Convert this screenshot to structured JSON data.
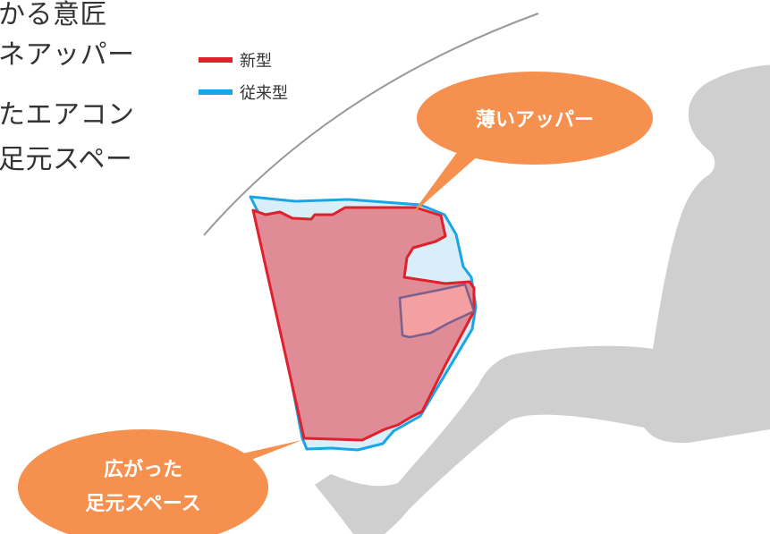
{
  "body_text": {
    "lines": [
      "かる意匠",
      "ネアッパー",
      "たエアコン",
      "足元スペー"
    ]
  },
  "legend": {
    "items": [
      {
        "label": "新型",
        "color": "#e0202a"
      },
      {
        "label": "従来型",
        "color": "#18a6e6"
      }
    ]
  },
  "callouts": {
    "upper": {
      "label": "薄いアッパー"
    },
    "foot": {
      "line1": "広がった",
      "line2": "足元スペース"
    }
  },
  "colors": {
    "callout_fill": "#f6904e",
    "new_fill": "#e08c97",
    "new_stroke": "#e0202a",
    "old_fill": "#d8eef8",
    "old_stroke": "#18a6e6",
    "overlap_stroke": "#7b5f8c",
    "silhouette": "#cfcfcf",
    "windshield": "#999999"
  },
  "icons": {
    "person": "seated-driver-silhouette"
  }
}
